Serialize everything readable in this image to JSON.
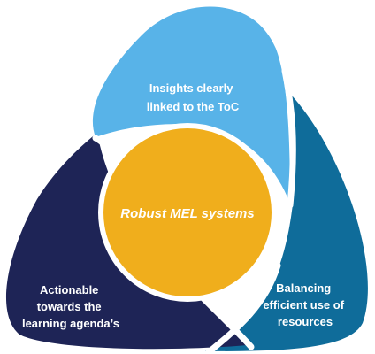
{
  "diagram": {
    "center": {
      "label": "Robust MEL systems"
    },
    "petals": [
      {
        "position": "top",
        "lines": [
          "Insights clearly",
          "linked to the ToC"
        ]
      },
      {
        "position": "bottom-right",
        "lines": [
          "Balancing",
          "efficient use of",
          "resources"
        ]
      },
      {
        "position": "bottom-left",
        "lines": [
          "Actionable",
          "towards the",
          "learning agenda’s"
        ]
      }
    ]
  },
  "colors": {
    "top_petal": "#58b3e8",
    "right_petal": "#0f6c9a",
    "left_petal": "#1e2456",
    "center": "#f0ae1c",
    "text": "#ffffff"
  }
}
